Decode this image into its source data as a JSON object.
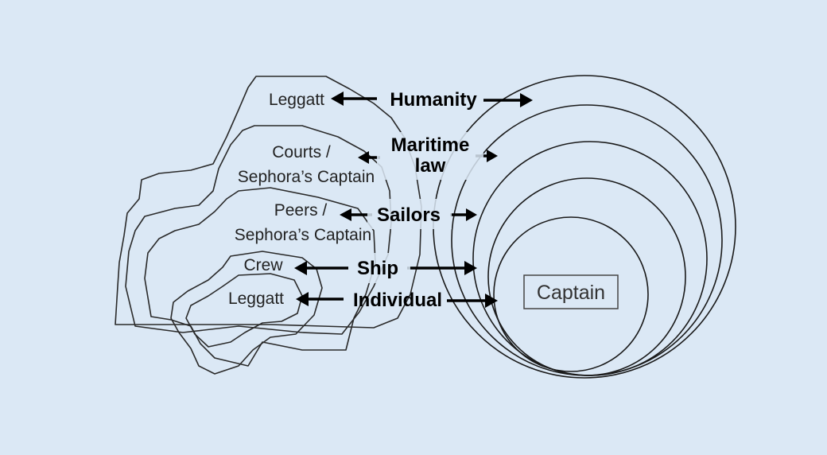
{
  "labels": {
    "humanity": "Humanity",
    "maritime_line1": "Maritime",
    "maritime_line2": "law",
    "sailors": "Sailors",
    "ship": "Ship",
    "individual": "Individual",
    "captain": "Captain",
    "leggatt_top": "Leggatt",
    "courts_line1": "Courts /",
    "courts_line2": "Sephora’s Captain",
    "peers_line1": "Peers /",
    "peers_line2": "Sephora’s Captain",
    "crew": "Crew",
    "leggatt_bottom": "Leggatt"
  }
}
